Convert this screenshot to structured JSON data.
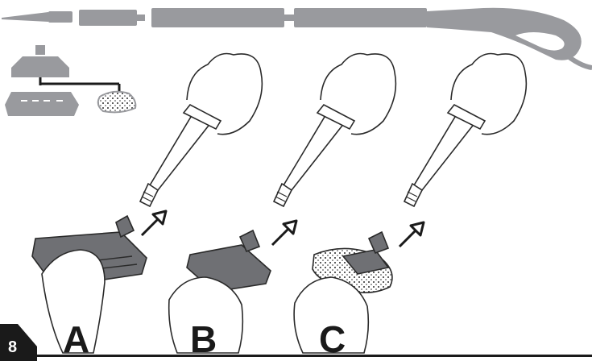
{
  "page": {
    "number": "8"
  },
  "panels": [
    {
      "id": "A",
      "letter": "A",
      "accessory": "large-floor-brush"
    },
    {
      "id": "B",
      "letter": "B",
      "accessory": "small-nozzle"
    },
    {
      "id": "C",
      "letter": "C",
      "accessory": "nozzle-with-cloth-cover"
    }
  ],
  "colors": {
    "part_gray": "#999a9e",
    "part_dark": "#6f7074",
    "outline": "#2a2a2a",
    "ink": "#1a1a1a",
    "background": "#ffffff"
  },
  "icons": {
    "attach_arrow": "arrow-up-right-icon"
  }
}
